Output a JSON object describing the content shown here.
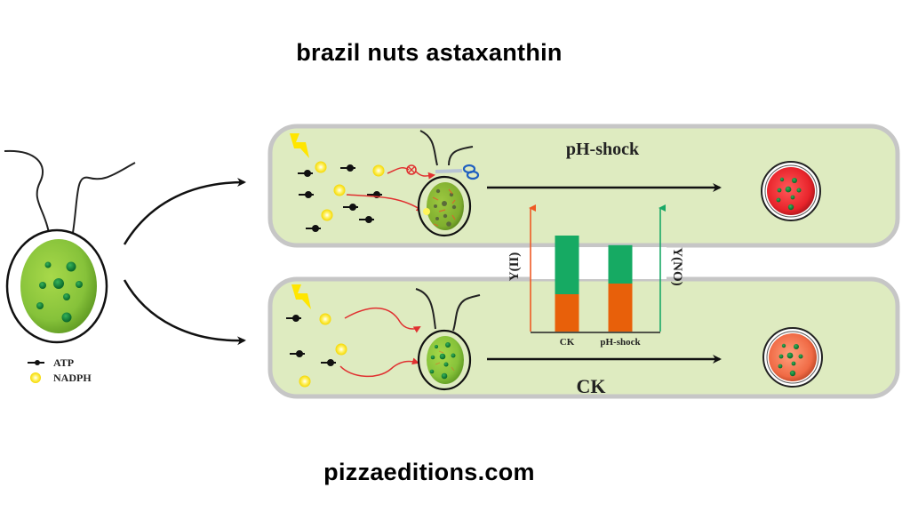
{
  "header": {
    "title": "brazil nuts astaxanthin"
  },
  "footer": {
    "url": "pizzaeditions.com"
  },
  "legend": {
    "items": [
      {
        "icon": "atp-icon",
        "label": "ATP"
      },
      {
        "icon": "nadph-sun-icon",
        "label": "NADPH"
      }
    ]
  },
  "panels": {
    "top": {
      "label": "pH-shock",
      "result_cell_color": "#e8242b"
    },
    "bottom": {
      "label": "CK",
      "result_cell_color": "#f06a45"
    }
  },
  "colors": {
    "panel_fill": "#deebc0",
    "panel_border": "#c8c8c8",
    "cell_green": "#8cc63f",
    "y2_color": "#ee5a24",
    "yno_color": "#19a866"
  },
  "chart_data": {
    "type": "bar",
    "stacked": true,
    "categories": [
      "CK",
      "pH-shock"
    ],
    "series": [
      {
        "name": "Y(II)",
        "color": "#e8600a",
        "values": [
          0.35,
          0.45
        ]
      },
      {
        "name": "Y(NO)",
        "color": "#16aa63",
        "values": [
          0.55,
          0.36
        ]
      }
    ],
    "left_axis_label": "Y(II)",
    "right_axis_label": "Y(NO)",
    "ylim": [
      0,
      1.4
    ],
    "legend": "none",
    "grid": false
  }
}
